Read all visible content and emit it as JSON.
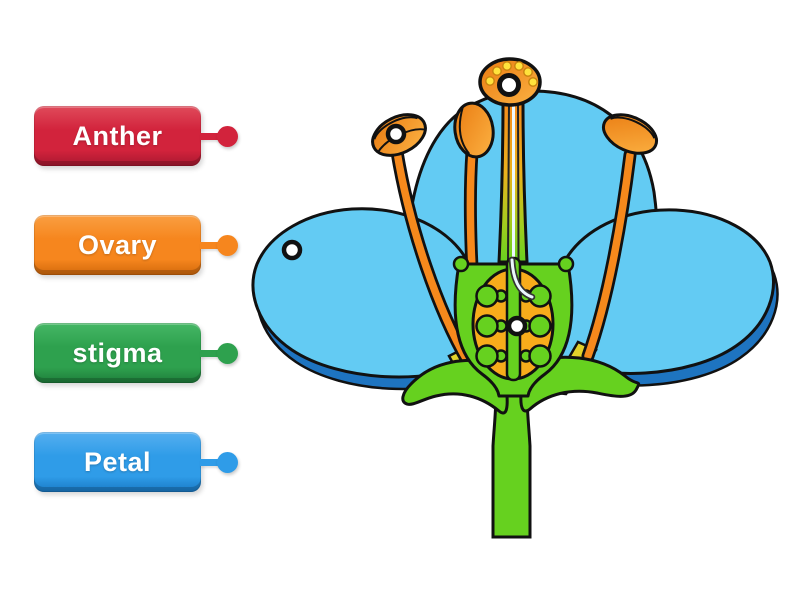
{
  "activity": {
    "kind": "labelled-diagram",
    "background": "#ffffff"
  },
  "labels": [
    {
      "id": "anther",
      "text": "Anther",
      "color": "#d2233c",
      "color_dark": "#a81830",
      "color_light": "#e04b5b"
    },
    {
      "id": "ovary",
      "text": "Ovary",
      "color": "#f6861e",
      "color_dark": "#d2690b",
      "color_light": "#fa9f42"
    },
    {
      "id": "stigma",
      "text": "stigma",
      "color": "#2ea14e",
      "color_dark": "#1e7c3a",
      "color_light": "#45b765"
    },
    {
      "id": "petal",
      "text": "Petal",
      "color": "#2f9ce8",
      "color_dark": "#1979c5",
      "color_light": "#55aff0"
    }
  ],
  "diagram": {
    "subject": "flower-cross-section",
    "colors": {
      "petal_blue": "#63cbf3",
      "petal_shadow_blue": "#1e74c0",
      "leaf_green": "#66d11f",
      "ovary_orange": "#f8ac1b",
      "stamen_orange": "#f6891c",
      "pollen_yellow": "#ffe23c",
      "wedge_yellow": "#e2d22b",
      "outline": "#111111",
      "marker_fill": "#ffffff",
      "marker_ring": "#111111"
    },
    "markers": [
      {
        "name": "marker-on-stigma",
        "location": "stigma"
      },
      {
        "name": "marker-on-anther",
        "location": "left anther"
      },
      {
        "name": "marker-on-petal",
        "location": "left petal"
      },
      {
        "name": "marker-on-ovary",
        "location": "ovary"
      }
    ]
  }
}
